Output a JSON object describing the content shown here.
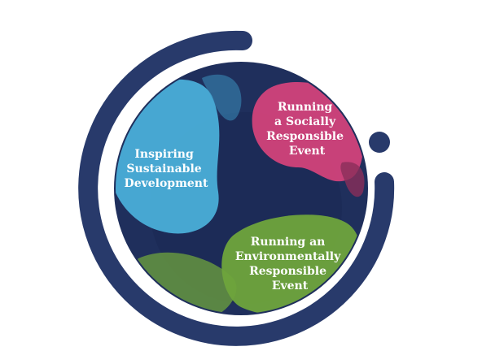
{
  "diagram": {
    "segments": [
      {
        "id": "sustainable",
        "label_lines": [
          "Inspiring",
          "Sustainable",
          "Development"
        ],
        "color": "#4aaed8"
      },
      {
        "id": "social",
        "label_lines": [
          "Running",
          "a Socially",
          "Responsible",
          "Event"
        ],
        "color": "#d2427a"
      },
      {
        "id": "environmental",
        "label_lines": [
          "Running an",
          "Environmentally",
          "Responsible",
          "Event"
        ],
        "color": "#6fa43c"
      }
    ],
    "colors": {
      "core": "#1f2f5c",
      "ring": "#283a6b",
      "dot": "#283a6b"
    }
  }
}
